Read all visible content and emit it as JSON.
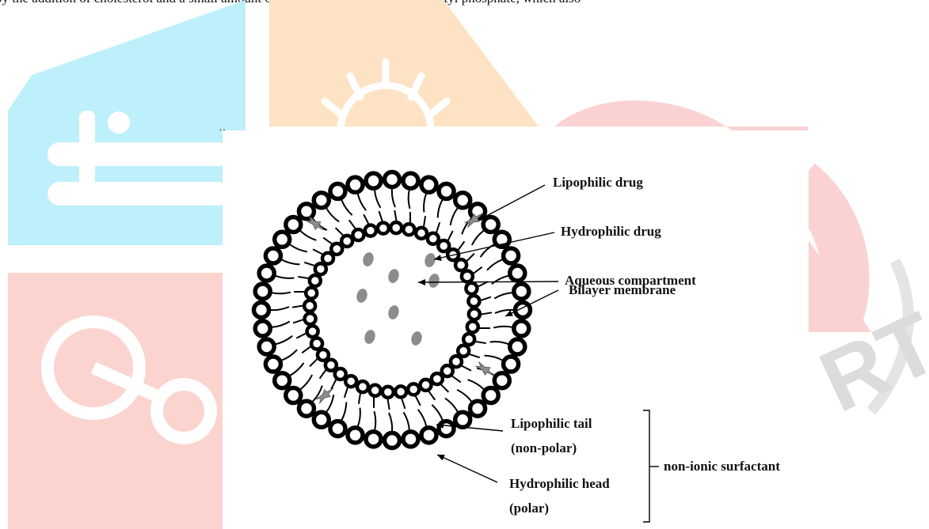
{
  "page": {
    "top_line": "by the addition of cholesterol and a small amount of anionic surfactant such as dicetyl phosphate, which also"
  },
  "watermark": {
    "text": "RT",
    "colors": {
      "blue": "#bdf0fb",
      "orange": "#fde3c4",
      "red": "#fbd4cf",
      "pink": "#fbd2d2",
      "gray": "#e4e4e4"
    }
  },
  "diagram": {
    "labels": {
      "lipophilic_drug": "Lipophilic drug",
      "hydrophilic_drug": "Hydrophilic drug",
      "aqueous_compartment": "Aqueous compartment",
      "bilayer_membrane": "Bilayer membrane",
      "lipophilic_tail_line1": "Lipophilic tail",
      "lipophilic_tail_line2": "(non-polar)",
      "hydrophilic_head_line1": "Hydrophilic head",
      "hydrophilic_head_line2": "(polar)",
      "non_ionic_surfactant": "non-ionic surfactant"
    },
    "colors": {
      "head": "#000000",
      "drug": "#8c8c8c"
    }
  }
}
